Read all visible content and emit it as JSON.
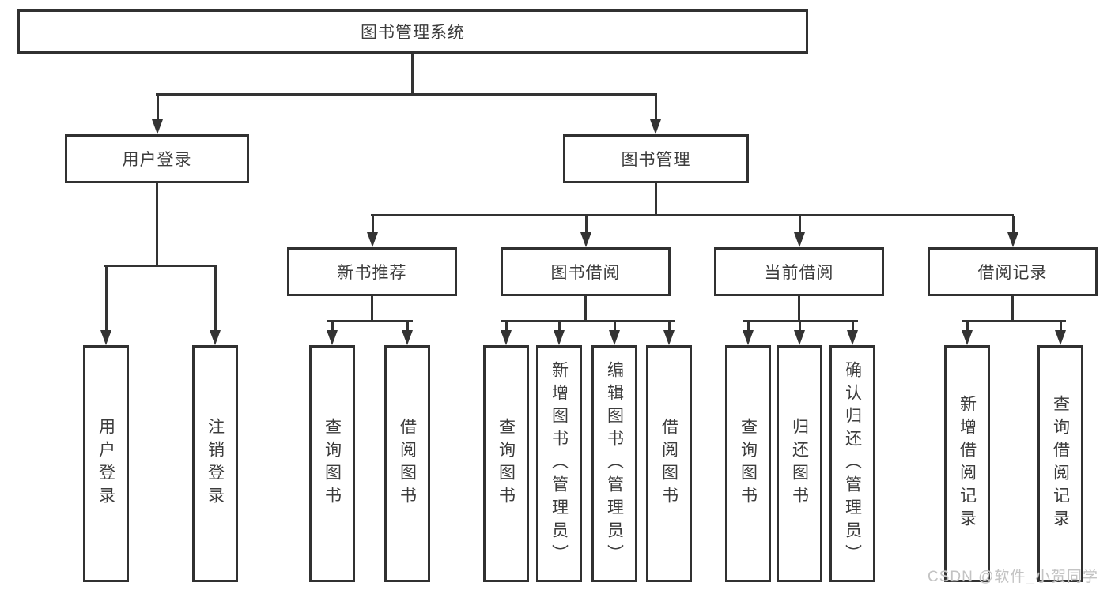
{
  "tree": {
    "root": "图书管理系统",
    "user_login": {
      "label": "用户登录",
      "children": [
        "用户登录",
        "注销登录"
      ]
    },
    "book_mgmt": {
      "label": "图书管理",
      "sections": {
        "new_book_rec": {
          "label": "新书推荐",
          "children": [
            "查询图书",
            "借阅图书"
          ]
        },
        "book_borrow": {
          "label": "图书借阅",
          "children": [
            "查询图书",
            "新增图书（管理员）",
            "编辑图书（管理员）",
            "借阅图书"
          ]
        },
        "current_borrow": {
          "label": "当前借阅",
          "children": [
            "查询图书",
            "归还图书",
            "确认归还（管理员）"
          ]
        },
        "borrow_record": {
          "label": "借阅记录",
          "children": [
            "新增借阅记录",
            "查询借阅记录"
          ]
        }
      }
    }
  },
  "watermark": {
    "text": "CSDN @软件_小贺同学"
  },
  "colors": {
    "line": "#333333",
    "text": "#3c3c3c",
    "background": "#ffffff",
    "watermark": "#c3c3c3"
  }
}
